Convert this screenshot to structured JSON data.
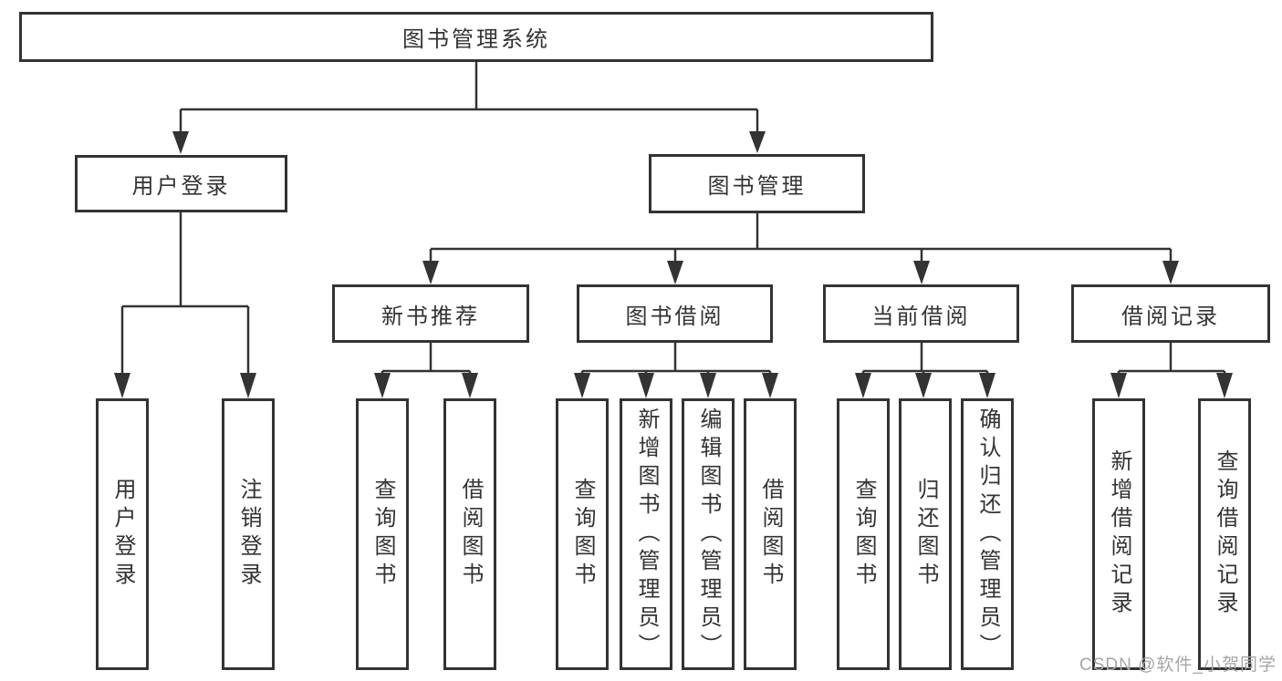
{
  "diagram": {
    "root": "图书管理系统",
    "user_login_branch": {
      "label": "用户登录",
      "children": {
        "user_login": "用户登录",
        "logout": "注销登录"
      }
    },
    "book_management_branch": {
      "label": "图书管理",
      "new_book_recommend": {
        "label": "新书推荐",
        "children": {
          "query_books": "查询图书",
          "borrow_books": "借阅图书"
        }
      },
      "book_borrowing": {
        "label": "图书借阅",
        "children": {
          "query_books": "查询图书",
          "add_books_admin": "新增图书（管理员）",
          "edit_books_admin": "编辑图书（管理员）",
          "borrow_books": "借阅图书"
        }
      },
      "current_borrowing": {
        "label": "当前借阅",
        "children": {
          "query_books": "查询图书",
          "return_books": "归还图书",
          "confirm_return_admin": "确认归还（管理员）"
        }
      },
      "borrowing_records": {
        "label": "借阅记录",
        "children": {
          "add_borrow_record": "新增借阅记录",
          "query_borrow_record": "查询借阅记录"
        }
      }
    }
  },
  "watermark": "CSDN @软件_小贺同学",
  "colors": {
    "line": "#333333",
    "box_border": "#333333",
    "text": "#333333",
    "watermark": "#a6a6a6",
    "background": "#ffffff"
  }
}
